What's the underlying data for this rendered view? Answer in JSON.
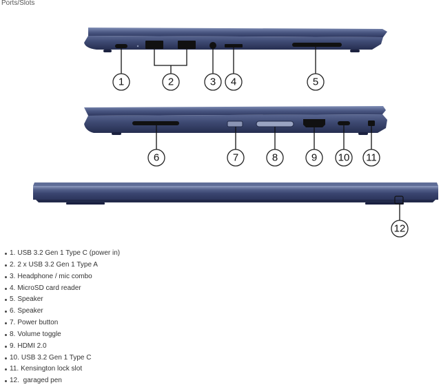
{
  "heading": "Ports/Slots",
  "callouts": [
    "1",
    "2",
    "3",
    "4",
    "5",
    "6",
    "7",
    "8",
    "9",
    "10",
    "11",
    "12"
  ],
  "port_list": [
    {
      "index": "1.",
      "label": "USB 3.2 Gen 1 Type C (power in)"
    },
    {
      "index": "2.",
      "label": "2 x USB 3.2 Gen 1 Type A"
    },
    {
      "index": "3.",
      "label": "Headphone / mic combo"
    },
    {
      "index": "4.",
      "label": "MicroSD card reader"
    },
    {
      "index": "5.",
      "label": "Speaker"
    },
    {
      "index": "6.",
      "label": "Speaker"
    },
    {
      "index": "7.",
      "label": "Power button"
    },
    {
      "index": "8.",
      "label": "Volume toggle"
    },
    {
      "index": "9.",
      "label": "HDMI 2.0"
    },
    {
      "index": "10.",
      "label": "USB 3.2 Gen 1 Type C"
    },
    {
      "index": "11.",
      "label": "Kensington lock slot"
    },
    {
      "index": "12.",
      "label": " garaged pen"
    }
  ],
  "colors": {
    "chassis": "#3d4a73",
    "chassis_dark": "#2a3357",
    "chassis_light": "#6b7aa3",
    "port": "#111111",
    "background": "#ffffff"
  }
}
